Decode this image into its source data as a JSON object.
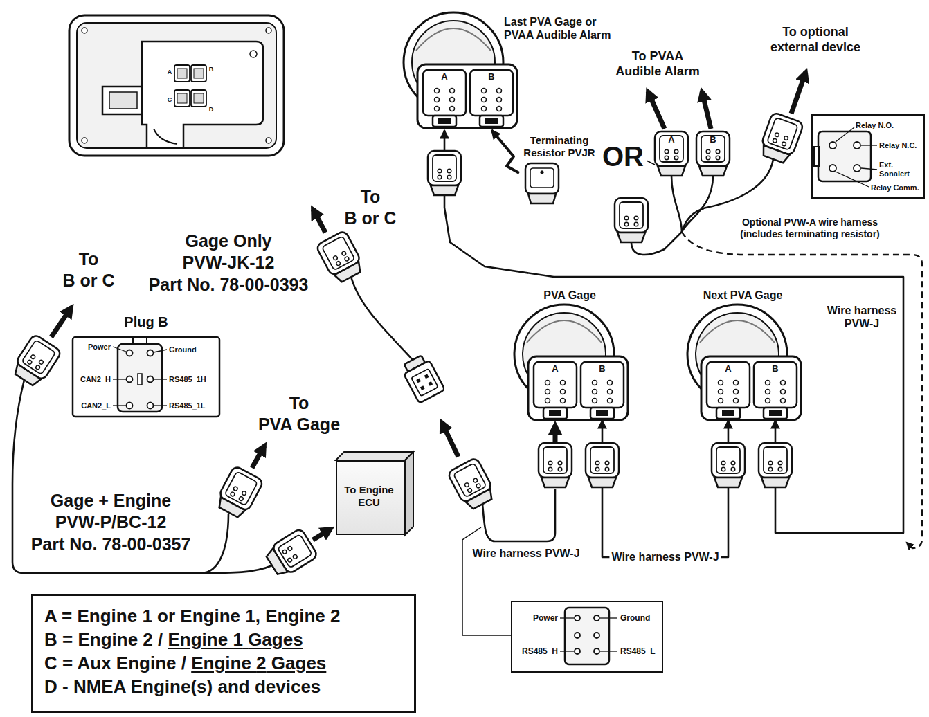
{
  "diagram": {
    "nodes": [
      {
        "text": [
          "A",
          "B",
          "C",
          "D"
        ]
      },
      {
        "text": [
          "Last PVA Gage or PVAA Audible Alarm",
          "A",
          "B"
        ]
      },
      {
        "text": [
          "Terminating Resistor PVJR"
        ]
      },
      {
        "text": [
          "Relay N.O.",
          "Relay N.C.",
          "Ext. Sonalert",
          "Relay Comm."
        ]
      },
      {
        "text": [
          "Plug B",
          "Power",
          "Ground",
          "CAN2_H",
          "RS485_1H",
          "CAN2_L",
          "RS485_1L"
        ]
      },
      {
        "text": [
          "PVA Gage",
          "A",
          "B"
        ]
      },
      {
        "text": [
          "Next PVA Gage",
          "A",
          "B"
        ]
      },
      {
        "text": [
          "To Engine ECU"
        ]
      },
      {
        "text": [
          "Power",
          "Ground",
          "RS485_H",
          "RS485_L"
        ]
      },
      {
        "text": [
          "A = Engine 1 or Engine 1, Engine 2",
          "B = Engine 2 / Engine 1 Gages",
          "C = Aux Engine / Engine 2 Gages",
          "D - NMEA Engine(s) and devices"
        ]
      }
    ],
    "edges": [
      {
        "from": 5,
        "to": 6,
        "label": "Wire harness PVW-J",
        "arrow": "both"
      },
      {
        "from": 6,
        "to": 1,
        "label": "Wire harness PVW-J",
        "arrow": "both"
      },
      {
        "from": 2,
        "to": 1,
        "arrow": "to"
      }
    ],
    "labels": [
      "To B or C",
      "Gage Only PVW-JK-12 Part No. 78-00-0393",
      "To B or C",
      "To PVA Gage",
      "Gage + Engine PVW-P/BC-12 Part No. 78-00-0357",
      "To PVAA Audible Alarm",
      "To optional external device",
      "OR",
      "A",
      "B",
      "Optional PVW-A wire harness (includes terminating resistor)",
      "Wire harness PVW-J"
    ]
  }
}
